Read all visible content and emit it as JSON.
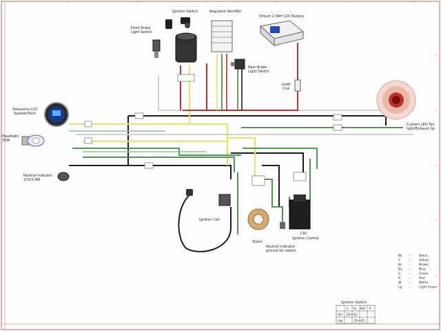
{
  "components": {
    "ignition_switch": "Ignition Switch",
    "regulator_rectifier": "Regulator Rectifier",
    "battery": "lithium 2.3AH 12V Battery",
    "front_brake": [
      "Front Brake",
      "Light Switch"
    ],
    "rear_brake": [
      "Rear Brake",
      "Light Switch"
    ],
    "fuse": [
      "20AMP",
      "FUSE"
    ],
    "speedo": [
      "Tokeyama LCD",
      "Speedo/Tach"
    ],
    "headlight": [
      "Headlight",
      "35W"
    ],
    "neutral_indicator": [
      "Neutral Indicator",
      "12V/3.4W"
    ],
    "tail_light": [
      "Custom LED Tail",
      "light/Exhaust tip"
    ],
    "ignition_coil": "Ignition Coil",
    "stator": "Stator",
    "cdi": "CDI",
    "ignition_control": "Ignition Control",
    "neutral_ground": [
      "Neutral Indicator",
      "ground for switch"
    ]
  },
  "legend": [
    {
      "code": "Bk",
      "name": "Black"
    },
    {
      "code": "Y",
      "name": "Yellow"
    },
    {
      "code": "Br",
      "name": "Brown"
    },
    {
      "code": "Bu",
      "name": "Blue"
    },
    {
      "code": "G",
      "name": "Green"
    },
    {
      "code": "R",
      "name": "Red"
    },
    {
      "code": "W",
      "name": "White"
    },
    {
      "code": "Lg",
      "name": "Light Green"
    }
  ],
  "legend_dash": "–",
  "switch_table": {
    "title": "Ignition Switch",
    "rows": [
      "OFF",
      "ON"
    ],
    "cols": [
      "E",
      "IG",
      "BAT",
      "R"
    ]
  },
  "colors": {
    "black": "#1a1a1a",
    "yellow": "#e8e070",
    "green": "#3a8a3a",
    "red": "#c03030",
    "white": "#d8d8d8",
    "light_green": "#8cc88c",
    "frame": "#d9b3a6"
  }
}
